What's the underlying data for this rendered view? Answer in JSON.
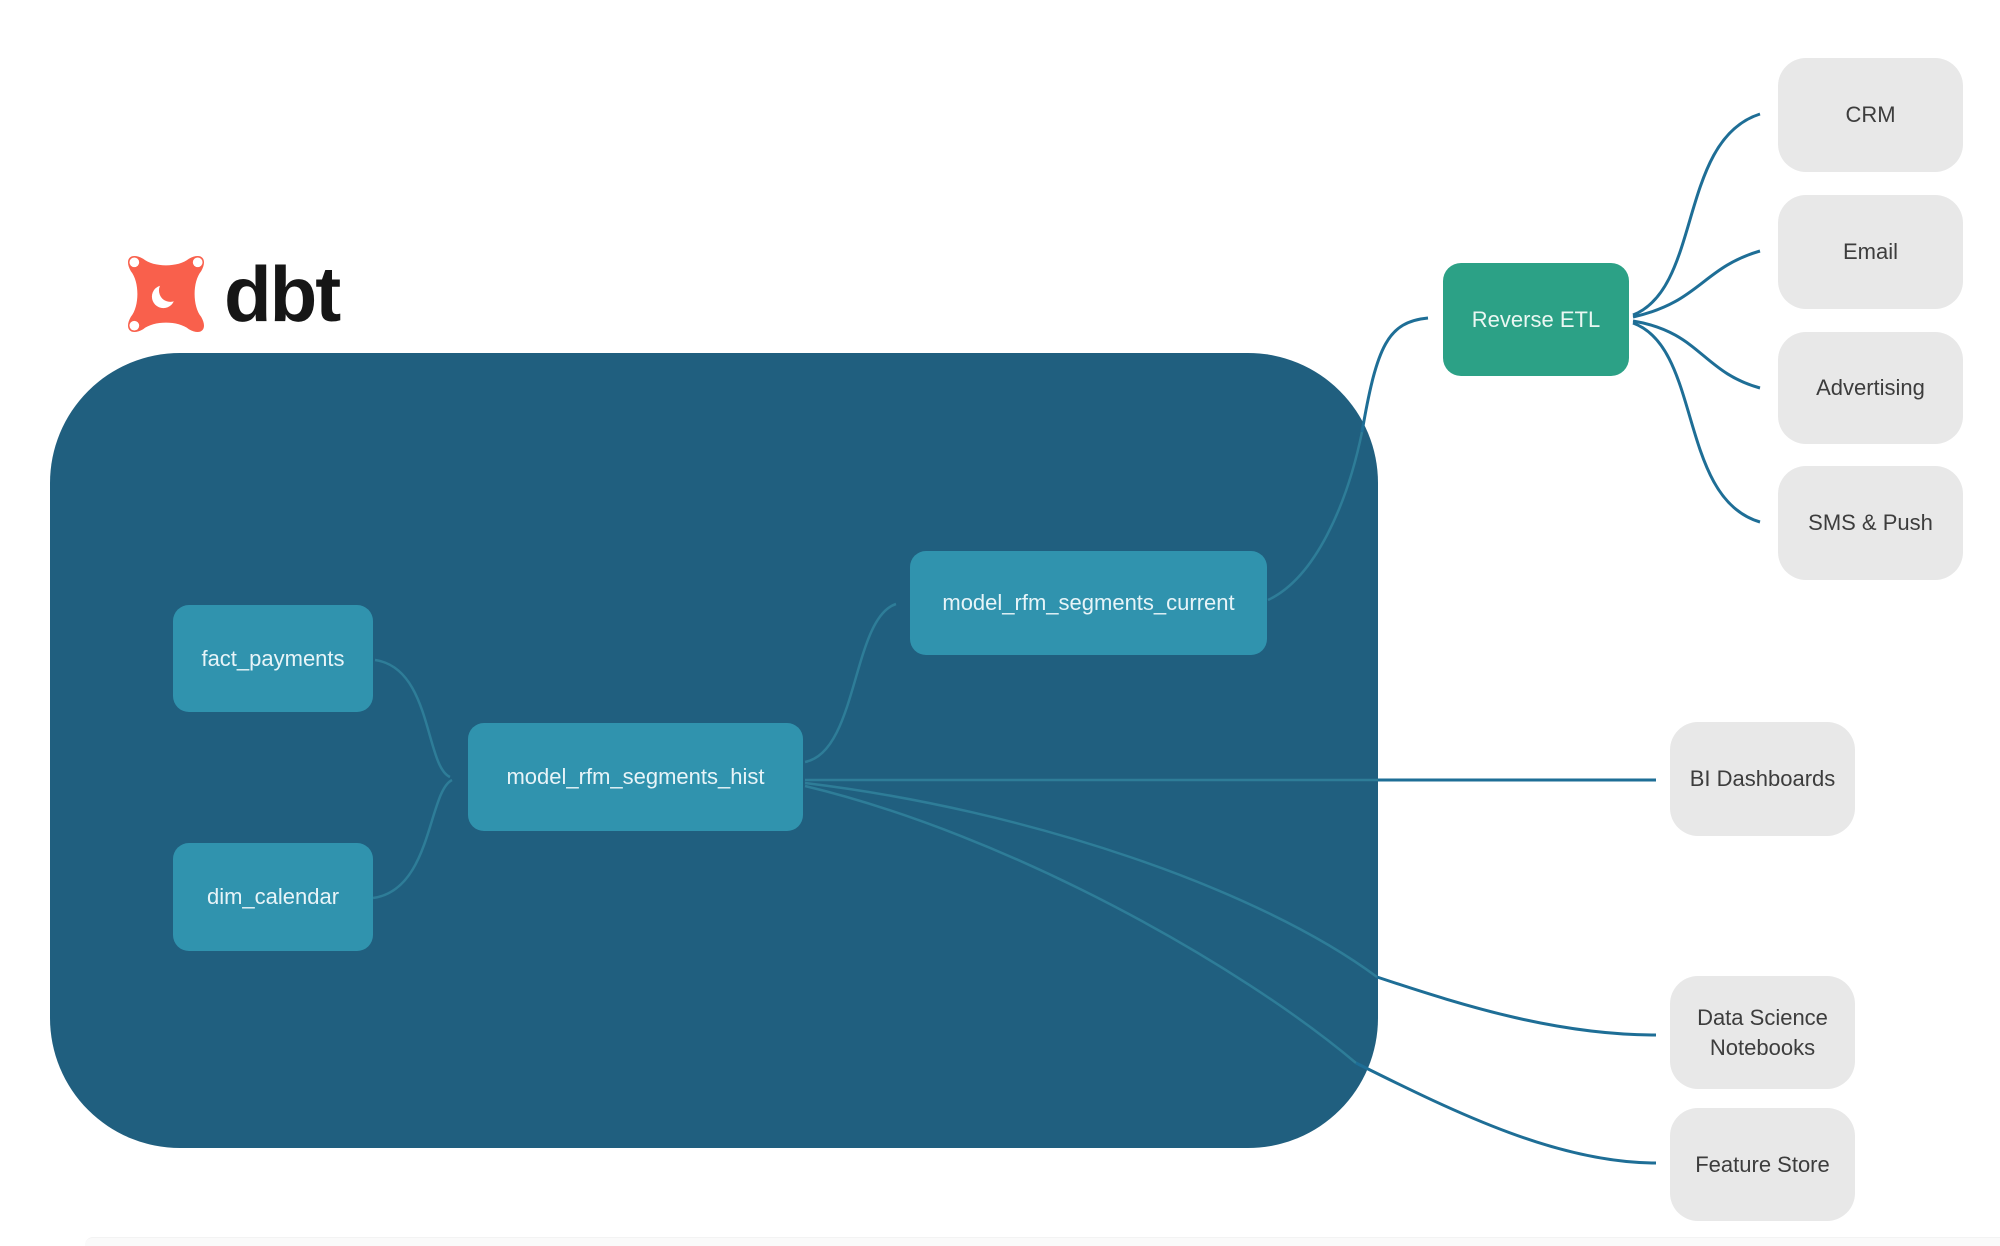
{
  "brand": {
    "name": "dbt"
  },
  "diagram": {
    "dbt_models": {
      "fact_payments": "fact_payments",
      "dim_calendar": "dim_calendar",
      "model_rfm_segments_hist": "model_rfm_segments_hist",
      "model_rfm_segments_current": "model_rfm_segments_current"
    },
    "sync": {
      "reverse_etl": "Reverse ETL"
    },
    "destinations": {
      "crm": "CRM",
      "email": "Email",
      "advertising": "Advertising",
      "sms_push": "SMS & Push",
      "bi_dashboards": "BI Dashboards",
      "ds_notebooks": "Data Science Notebooks",
      "feature_store": "Feature Store"
    },
    "edges": [
      {
        "from": "fact_payments",
        "to": "model_rfm_segments_hist"
      },
      {
        "from": "dim_calendar",
        "to": "model_rfm_segments_hist"
      },
      {
        "from": "model_rfm_segments_hist",
        "to": "model_rfm_segments_current"
      },
      {
        "from": "model_rfm_segments_current",
        "to": "Reverse ETL"
      },
      {
        "from": "Reverse ETL",
        "to": "CRM"
      },
      {
        "from": "Reverse ETL",
        "to": "Email"
      },
      {
        "from": "Reverse ETL",
        "to": "Advertising"
      },
      {
        "from": "Reverse ETL",
        "to": "SMS & Push"
      },
      {
        "from": "model_rfm_segments_hist",
        "to": "BI Dashboards"
      },
      {
        "from": "model_rfm_segments_hist",
        "to": "Data Science Notebooks"
      },
      {
        "from": "model_rfm_segments_hist",
        "to": "Feature Store"
      }
    ]
  },
  "colors": {
    "container": "#205F7F",
    "model_node": "#3093AE",
    "reverse_etl_node": "#2CA186",
    "destination_node": "#E8E8E8",
    "edge_outside": "#1E6E96",
    "edge_inside": "#2E7D98",
    "logo_orange": "#F9604C",
    "logo_text": "#161616"
  }
}
